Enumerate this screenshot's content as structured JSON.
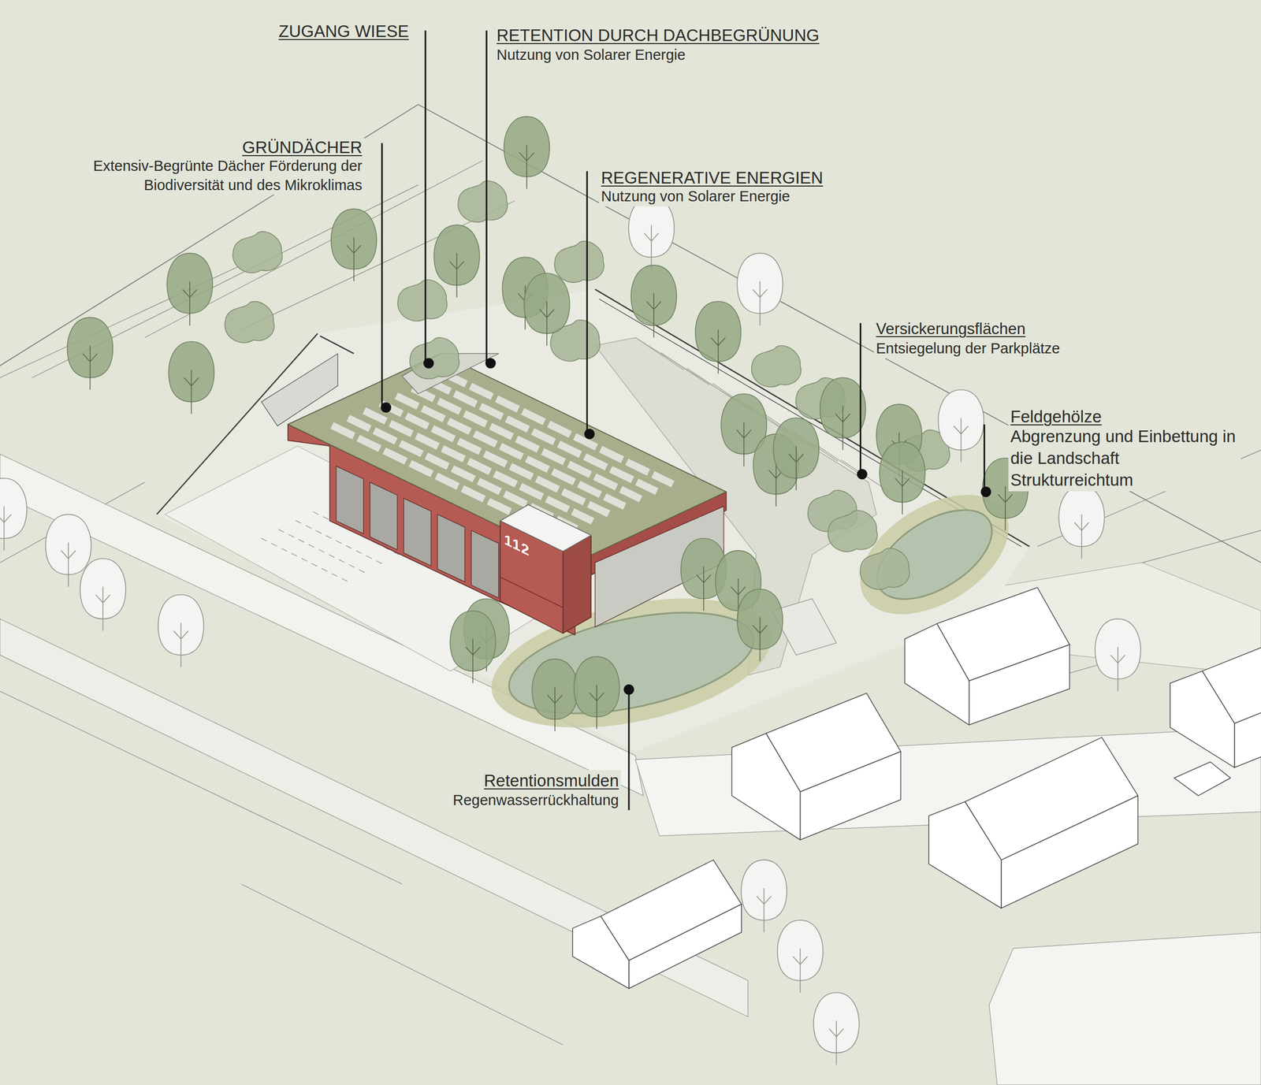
{
  "diagram": {
    "labels": [
      "ZUGANG WIESE",
      "RETENTION DURCH DACHBEGRÜNUNG",
      "Nutzung von Solarer Energie",
      "GRÜNDÄCHER",
      "Extensiv-Begrünte Dächer Förderung der Biodiversität und des Mikroklimas",
      "REGENERATIVE ENERGIEN",
      "Nutzung von Solarer Energie",
      "Versickerungsflächen",
      "Entsiegelung der Parkplätze",
      "Feldgehölze",
      "Abgrenzung und Einbettung in die Landschaft Strukturreichtum",
      "112",
      "Retentionsmulden",
      "Regenwasserrückhaltung"
    ]
  }
}
